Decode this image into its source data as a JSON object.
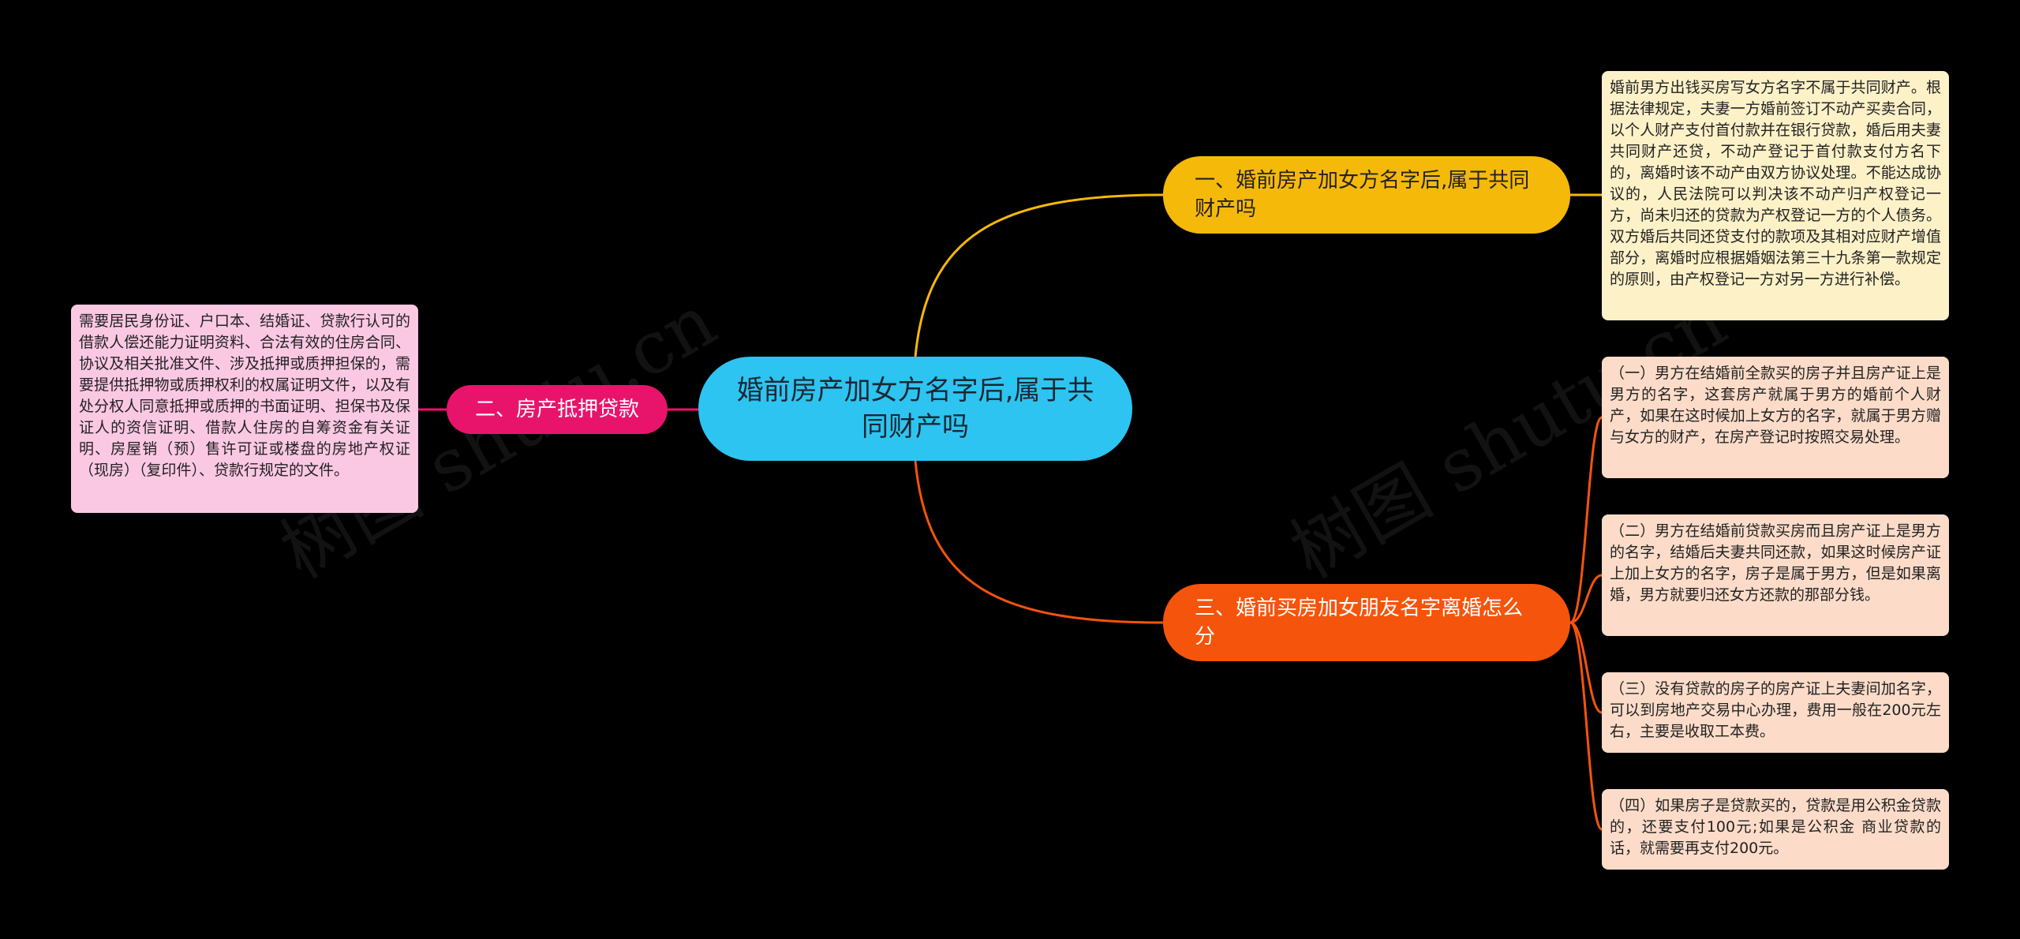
{
  "colors": {
    "background": "#000000",
    "root": "#2ec4f1",
    "topic1": "#f5b90a",
    "topic2": "#e8146c",
    "topic3": "#f5540c",
    "leaf1": "#fdf1c8",
    "leaf2": "#fbc8e4",
    "leaf3": "#fcdcc9"
  },
  "root": {
    "label": "婚前房产加女方名字后,属于共同财产吗"
  },
  "topics": [
    {
      "label": "一、婚前房产加女方名字后,属于共同财产吗"
    },
    {
      "label": "二、房产抵押贷款"
    },
    {
      "label": "三、婚前买房加女朋友名字离婚怎么分"
    }
  ],
  "leaves": [
    {
      "text": "婚前男方出钱买房写女方名字不属于共同财产。根据法律规定，夫妻一方婚前签订不动产买卖合同，以个人财产支付首付款并在银行贷款，婚后用夫妻共同财产还贷，不动产登记于首付款支付方名下的，离婚时该不动产由双方协议处理。不能达成协议的，人民法院可以判决该不动产归产权登记一方，尚未归还的贷款为产权登记一方的个人债务。双方婚后共同还贷支付的款项及其相对应财产增值部分，离婚时应根据婚姻法第三十九条第一款规定的原则，由产权登记一方对另一方进行补偿。"
    },
    {
      "text": "需要居民身份证、户口本、结婚证、贷款行认可的借款人偿还能力证明资料、合法有效的住房合同、协议及相关批准文件、涉及抵押或质押担保的，需要提供抵押物或质押权利的权属证明文件，以及有处分权人同意抵押或质押的书面证明、担保书及保证人的资信证明、借款人住房的自筹资金有关证明、房屋销（预）售许可证或楼盘的房地产权证（现房）（复印件）、贷款行规定的文件。"
    },
    {
      "text": "（一）男方在结婚前全款买的房子并且房产证上是男方的名字，这套房产就属于男方的婚前个人财产，如果在这时候加上女方的名字，就属于男方赠与女方的财产，在房产登记时按照交易处理。"
    },
    {
      "text": "（二）男方在结婚前贷款买房而且房产证上是男方的名字，结婚后夫妻共同还款，如果这时候房产证上加上女方的名字，房子是属于男方，但是如果离婚，男方就要归还女方还款的那部分钱。"
    },
    {
      "text": "（三）没有贷款的房子的房产证上夫妻间加名字，可以到房地产交易中心办理，费用一般在200元左右，主要是收取工本费。"
    },
    {
      "text": "（四）如果房子是贷款买的，贷款是用公积金贷款的，还要支付100元;如果是公积金 商业贷款的话，就需要再支付200元。"
    }
  ],
  "watermark": "树图 shutu.cn"
}
